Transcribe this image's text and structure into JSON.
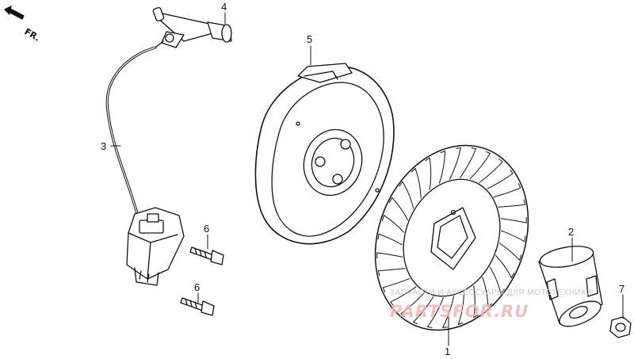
{
  "direction": {
    "label": "FR."
  },
  "callouts": [
    {
      "id": "callout-1",
      "number": "1"
    },
    {
      "id": "callout-2",
      "number": "2"
    },
    {
      "id": "callout-3",
      "number": "3"
    },
    {
      "id": "callout-4",
      "number": "4"
    },
    {
      "id": "callout-5",
      "number": "5"
    },
    {
      "id": "callout-6a",
      "number": "6"
    },
    {
      "id": "callout-6b",
      "number": "6"
    },
    {
      "id": "callout-7",
      "number": "7"
    }
  ],
  "watermark": {
    "caption": "ЗАПЧАСТИ И АКСЕССУАРЫ ДЛЯ МОТОТЕХНИКИ",
    "logo": "PARTSFOR.RU",
    "color": "#f2b3b3"
  },
  "colors": {
    "line": "#111111",
    "background": "#ffffff"
  }
}
